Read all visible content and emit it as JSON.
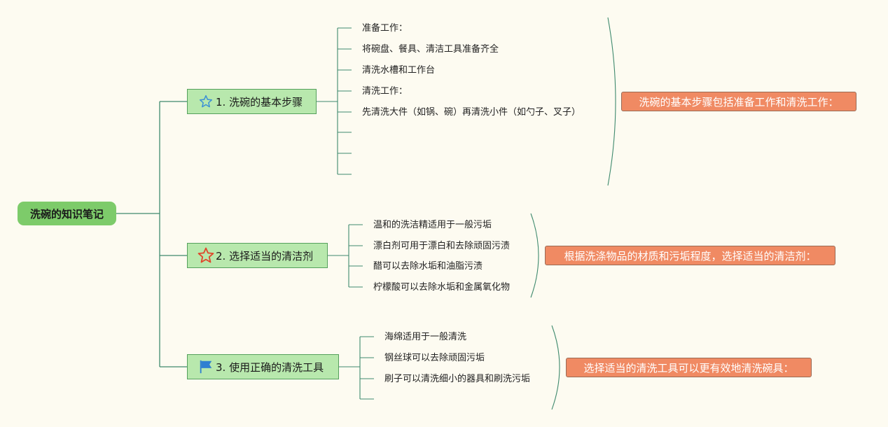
{
  "root": {
    "label": "洗碗的知识笔记"
  },
  "topics": [
    {
      "label": "1. 洗碗的基本步骤",
      "icon": "star-outline-blue-icon",
      "leaves": [
        "准备工作：",
        "将碗盘、餐具、清洁工具准备齐全",
        "清洗水槽和工作台",
        "清洗工作：",
        "先清洗大件（如锅、碗）再清洗小件（如勺子、叉子）",
        "",
        "",
        ""
      ],
      "summary": "洗碗的基本步骤包括准备工作和清洗工作："
    },
    {
      "label": "2. 选择适当的清洁剂",
      "icon": "star-outline-red-icon",
      "leaves": [
        "温和的洗洁精适用于一般污垢",
        "漂白剂可用于漂白和去除顽固污渍",
        "醋可以去除水垢和油脂污渍",
        "柠檬酸可以去除水垢和金属氧化物"
      ],
      "summary": "根据洗涤物品的材质和污垢程度，选择适当的清洁剂："
    },
    {
      "label": "3. 使用正确的清洗工具",
      "icon": "flag-blue-icon",
      "leaves": [
        "海绵适用于一般清洗",
        "钢丝球可以去除顽固污垢",
        "刷子可以清洗细小的器具和刷洗污垢",
        ""
      ],
      "summary": "选择适当的清洗工具可以更有效地清洗碗具："
    }
  ],
  "colors": {
    "background": "#fdfbf1",
    "root_fill": "#7dcb6a",
    "topic_fill": "#b8e8ad",
    "topic_border": "#55a05c",
    "connector": "#3f8a6e",
    "summary_fill": "#f08a63"
  }
}
